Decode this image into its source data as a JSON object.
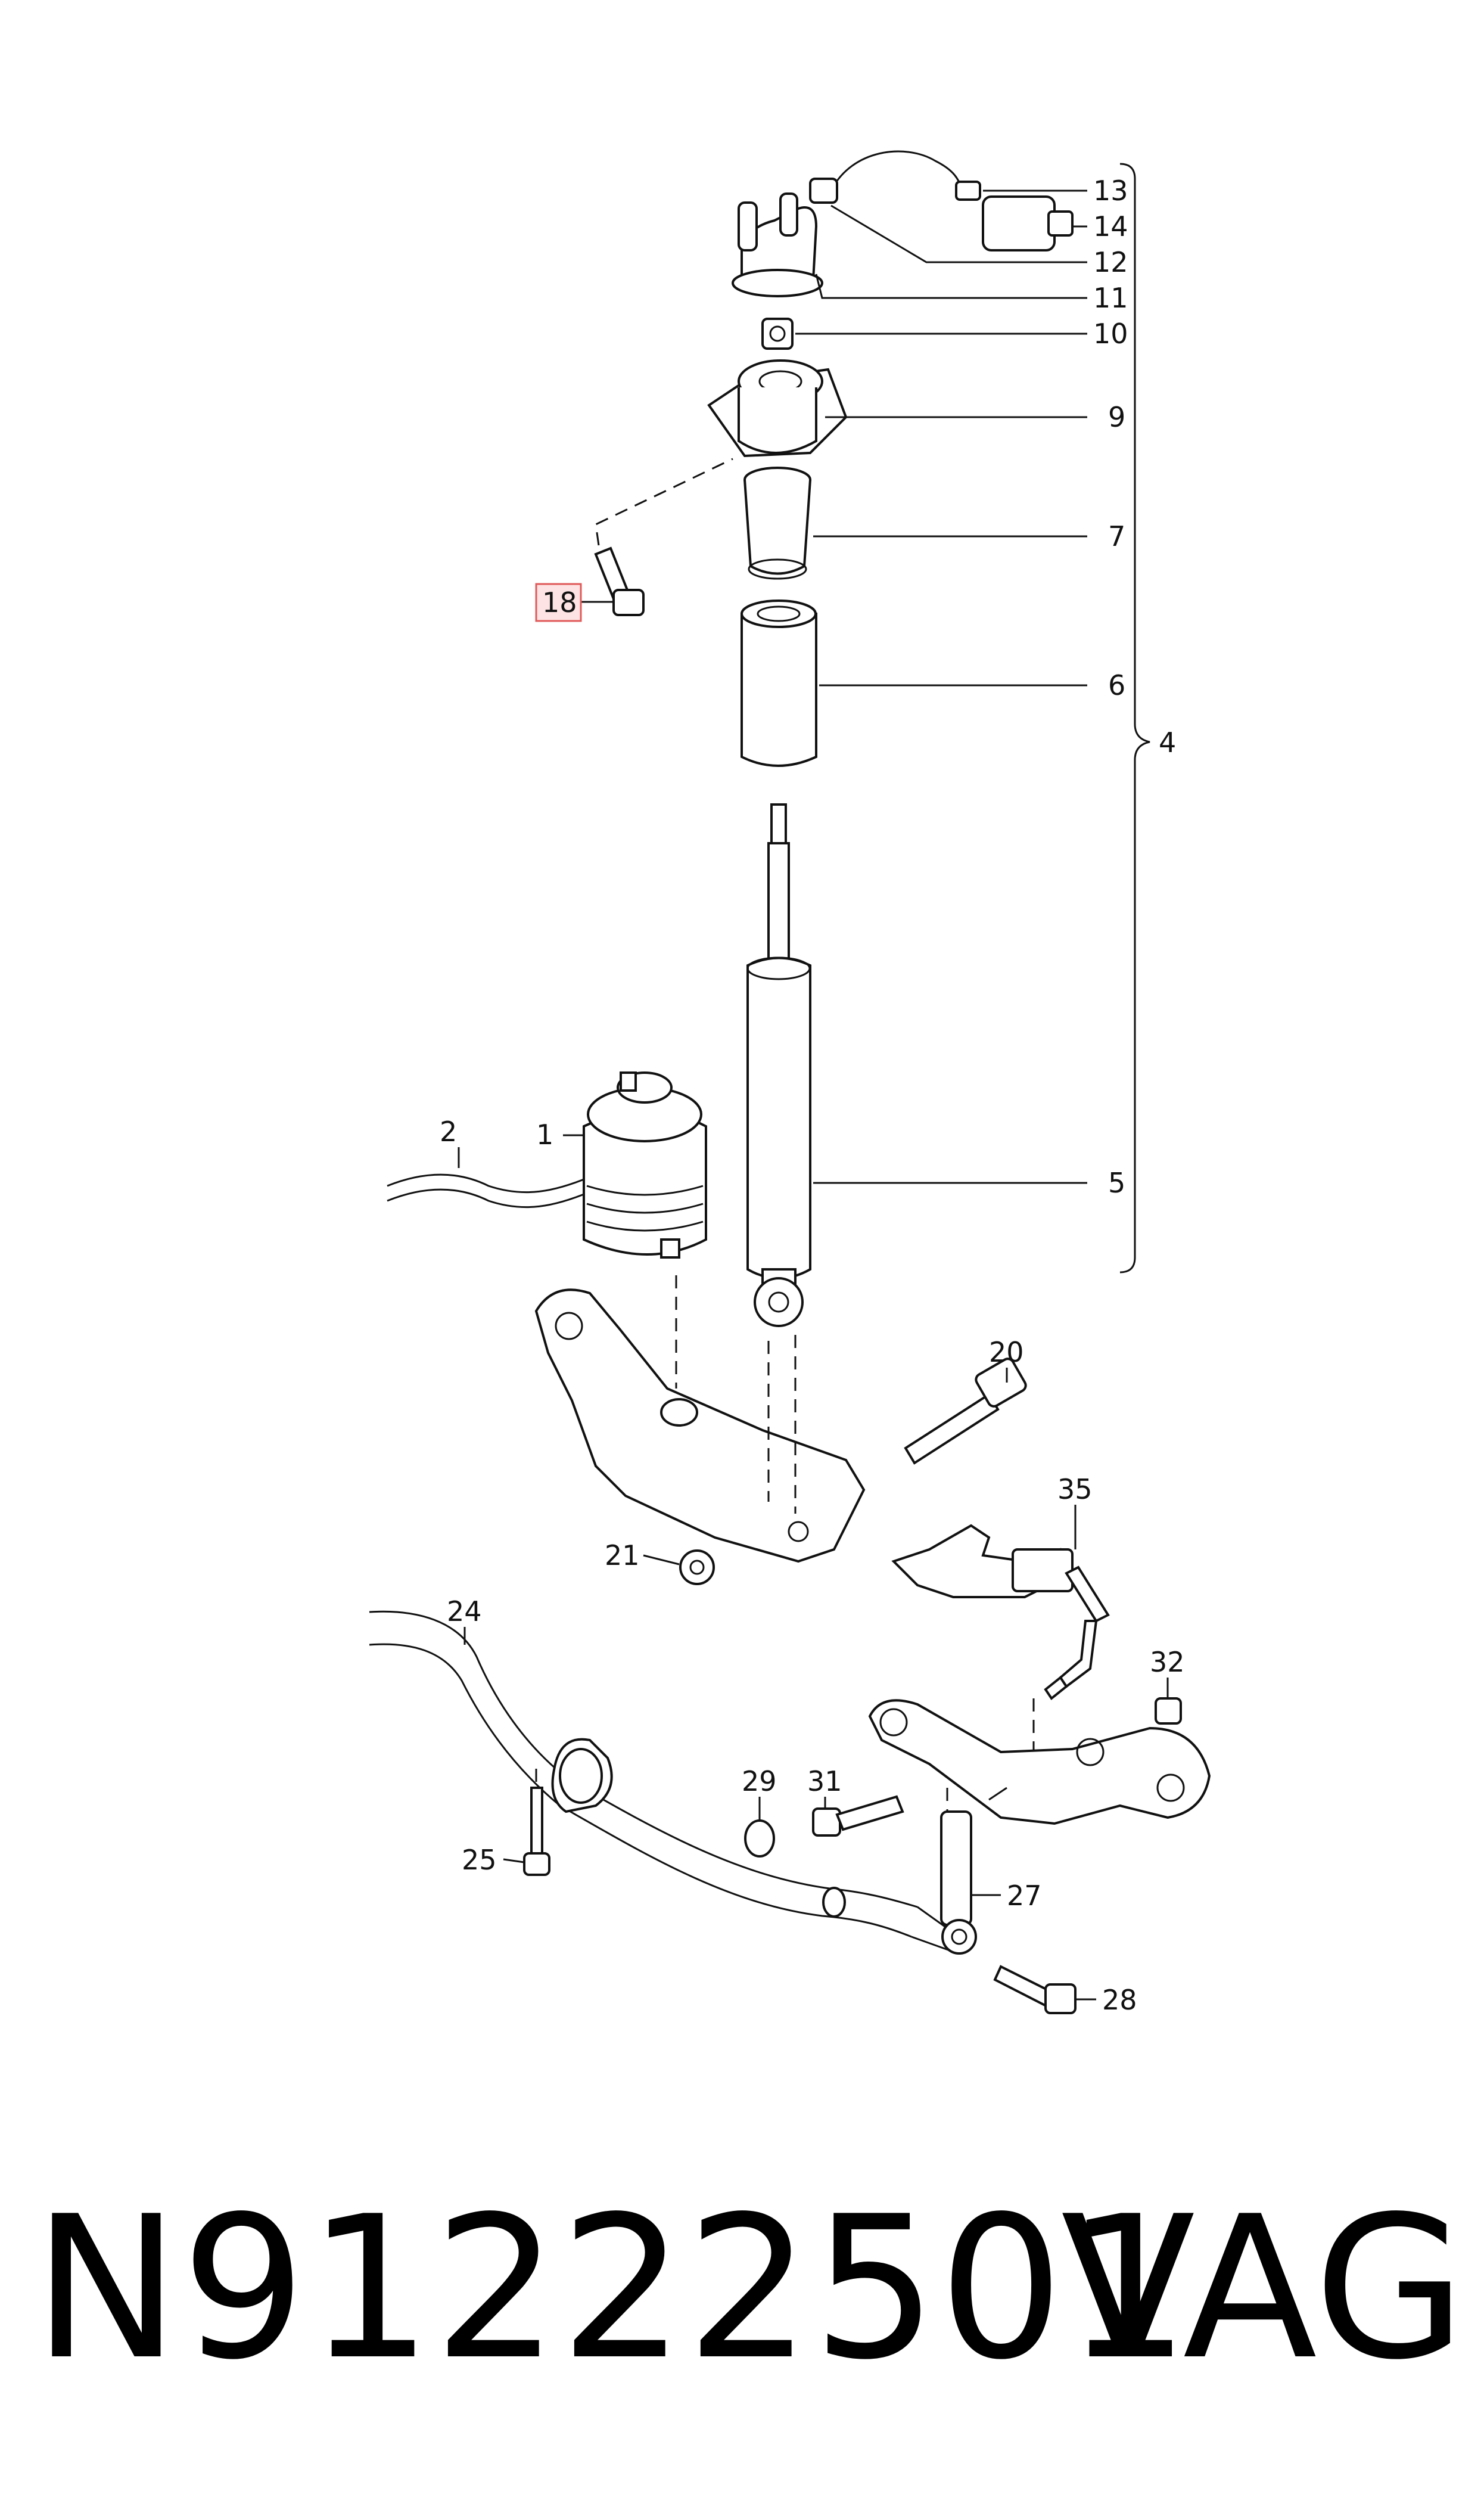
{
  "diagram": {
    "callouts": [
      {
        "id": "c13",
        "label": "13"
      },
      {
        "id": "c14",
        "label": "14"
      },
      {
        "id": "c12",
        "label": "12"
      },
      {
        "id": "c11",
        "label": "11"
      },
      {
        "id": "c10",
        "label": "10"
      },
      {
        "id": "c9",
        "label": "9"
      },
      {
        "id": "c7",
        "label": "7"
      },
      {
        "id": "c6",
        "label": "6"
      },
      {
        "id": "c4",
        "label": "4"
      },
      {
        "id": "c18",
        "label": "18",
        "highlighted": true
      },
      {
        "id": "c5",
        "label": "5"
      },
      {
        "id": "c2",
        "label": "2"
      },
      {
        "id": "c1",
        "label": "1"
      },
      {
        "id": "c20",
        "label": "20"
      },
      {
        "id": "c35",
        "label": "35"
      },
      {
        "id": "c21",
        "label": "21"
      },
      {
        "id": "c24",
        "label": "24"
      },
      {
        "id": "c32",
        "label": "32"
      },
      {
        "id": "c29",
        "label": "29"
      },
      {
        "id": "c31",
        "label": "31"
      },
      {
        "id": "c25",
        "label": "25"
      },
      {
        "id": "c27",
        "label": "27"
      },
      {
        "id": "c28",
        "label": "28"
      }
    ],
    "highlight_color": "#e05a5a"
  },
  "footer": {
    "part_number": "N91222501",
    "brand": "VAG"
  }
}
